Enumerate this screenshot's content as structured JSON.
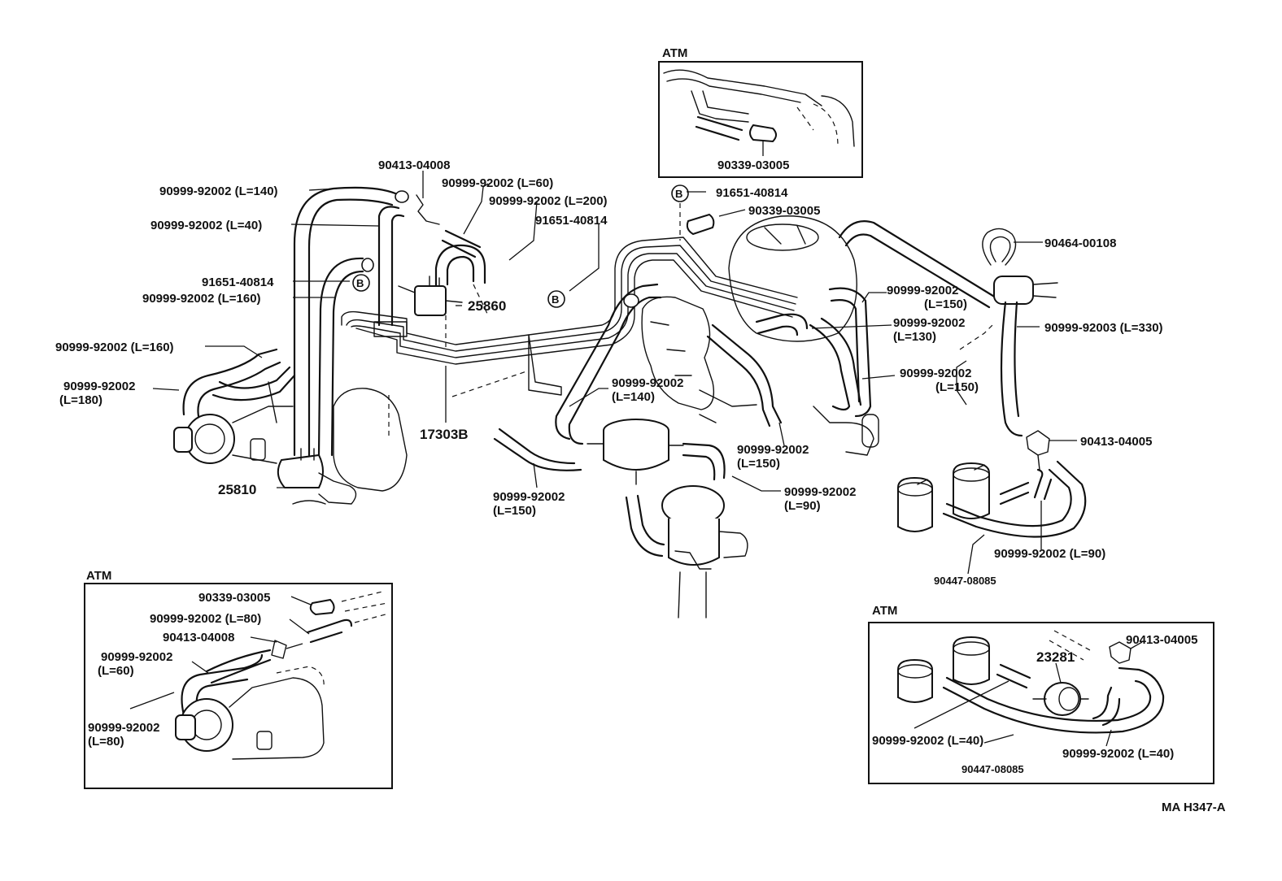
{
  "labels": {
    "hose_140_tl": "90999-92002 (L=140)",
    "clamp_04008_top": "90413-04008",
    "hose_60_top": "90999-92002 (L=60)",
    "hose_200": "90999-92002 (L=200)",
    "hose_40_left": "90999-92002 (L=40)",
    "vsv_40814_mid": "91651-40814",
    "vsv_40814_left": "91651-40814",
    "hose_160_a": "90999-92002 (L=160)",
    "part_25860": "25860",
    "hose_160_b": "90999-92002 (L=160)",
    "hose_180_a": "90999-92002",
    "hose_180_b": "(L=180)",
    "pipe_17303B": "17303B",
    "part_25810": "25810",
    "hose_140_mid_a": "90999-92002",
    "hose_140_mid_b": "(L=140)",
    "hose_150_bl_a": "90999-92002",
    "hose_150_bl_b": "(L=150)",
    "vsv_40814_right": "91651-40814",
    "plug_03005_right": "90339-03005",
    "clip_00108": "90464-00108",
    "hose_150_r1_a": "90999-92002",
    "hose_150_r1_b": "(L=150)",
    "hose_130_a": "90999-92002",
    "hose_130_b": "(L=130)",
    "hose_330": "90999-92003 (L=330)",
    "hose_150_r2_a": "90999-92002",
    "hose_150_r2_b": "(L=150)",
    "hose_150_c_a": "90999-92002",
    "hose_150_c_b": "(L=150)",
    "clamp_04005_right": "90413-04005",
    "hose_90_mid_a": "90999-92002",
    "hose_90_mid_b": "(L=90)",
    "hose_90_right": "90999-92002 (L=90)",
    "pipe_08085_right": "90447-08085",
    "atm_top_title": "ATM",
    "atm_top_plug": "90339-03005",
    "atm_left_title": "ATM",
    "atm_left_plug": "90339-03005",
    "atm_left_hose80": "90999-92002 (L=80)",
    "atm_left_clamp": "90413-04008",
    "atm_left_hose60_a": "90999-92002",
    "atm_left_hose60_b": "(L=60)",
    "atm_left_hose80b_a": "90999-92002",
    "atm_left_hose80b_b": "(L=80)",
    "atm_right_title": "ATM",
    "atm_right_clamp": "90413-04005",
    "atm_right_part": "23281",
    "atm_right_hose40a": "90999-92002 (L=40)",
    "atm_right_hose40b": "90999-92002 (L=40)",
    "atm_right_pipe": "90447-08085",
    "drawing_code": "MA  H347-A",
    "callout_b": "B"
  }
}
